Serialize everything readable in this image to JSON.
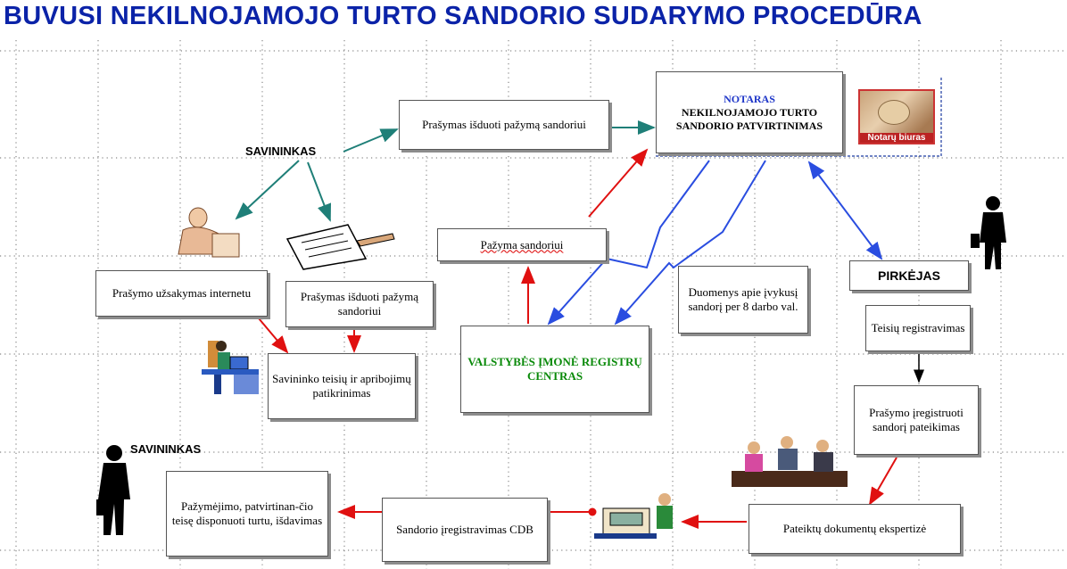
{
  "title": "BUVUSI NEKILNOJAMOJO TURTO SANDORIO SUDARYMO PROCEDŪRA",
  "labels": {
    "owner_top": "SAVININKAS",
    "owner_bottom": "SAVININKAS"
  },
  "boxes": {
    "request_certificate_top": "Prašymas išduoti pažymą sandoriui",
    "notary_title": "NOTARAS",
    "notary_body": "NEKILNOJAMOJO TURTO SANDORIO PATVIRTINIMAS",
    "notary_image_caption": "Notarų biuras",
    "certificate": "Pažyma sandoriui",
    "order_online": "Prašymo užsakymas internetu",
    "request_certificate_left": "Prašymas išduoti pažymą sandoriui",
    "owner_rights_check": "Savininko teisių ir apribojimų patikrinimas",
    "registry_center": "VALSTYBĖS ĮMONĖ REGISTRŲ CENTRAS",
    "transaction_data": "Duomenys apie įvykusį sandorį per 8 darbo val.",
    "buyer": "PIRKĖJAS",
    "rights_registration": "Teisių registravimas",
    "registration_request": "Prašymo įregistruoti sandorį pateikimas",
    "documents_expertise": "Pateiktų dokumentų ekspertizė",
    "transaction_registration": "Sandorio įregistravimas CDB",
    "certificate_issue": "Pažymėjimo, patvirtinan-čio teisę disponuoti turtu, išdavimas"
  },
  "colors": {
    "title": "#0b23a8",
    "notary": "#1e36c8",
    "registry": "#0a8a0a",
    "arrow_teal": "#1f7f78",
    "arrow_red": "#e01010",
    "arrow_blue": "#2a4de0",
    "arrow_black": "#000000"
  }
}
